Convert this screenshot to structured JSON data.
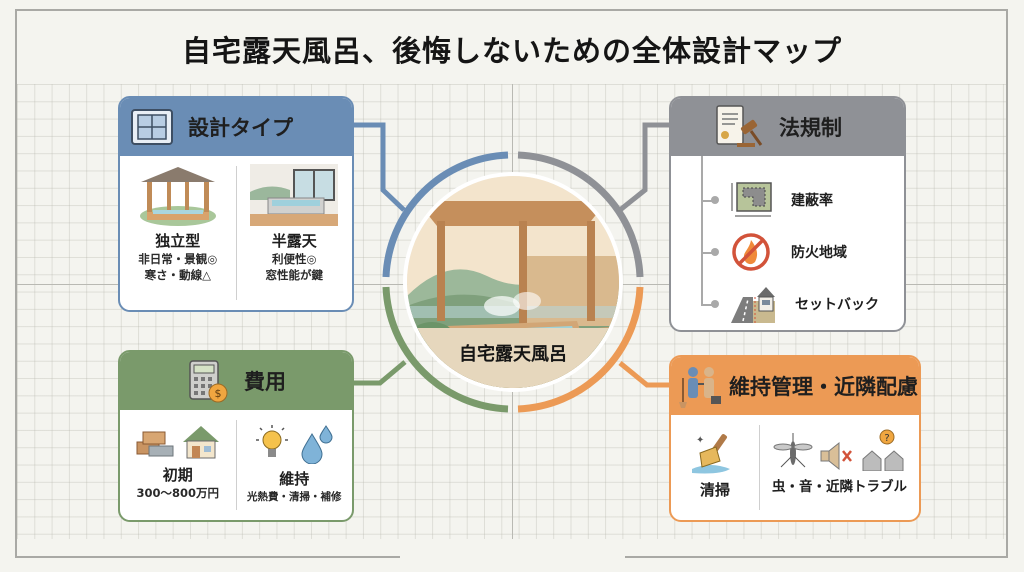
{
  "title": "自宅露天風呂、後悔しないための全体設計マップ",
  "colors": {
    "design": "#6a8db5",
    "law": "#8f9196",
    "cost": "#7a9a6b",
    "maintenance": "#ec9a55",
    "background": "#f4f4ef"
  },
  "center": {
    "label": "自宅露天風呂",
    "image": "outdoor-bath-illustration"
  },
  "design_type": {
    "label": "設計タイプ",
    "icon": "blueprint-icon",
    "options": [
      {
        "name": "独立型",
        "icon": "gazebo-icon",
        "lines": [
          "非日常・景観◎",
          "寒さ・動線△"
        ]
      },
      {
        "name": "半露天",
        "icon": "indoor-bath-icon",
        "lines": [
          "利便性◎",
          "窓性能が鍵"
        ]
      }
    ]
  },
  "regulations": {
    "label": "法規制",
    "icon": "legal-document-gavel-icon",
    "items": [
      {
        "label": "建蔽率",
        "icon": "lot-coverage-icon"
      },
      {
        "label": "防火地域",
        "icon": "no-fire-icon"
      },
      {
        "label": "セットバック",
        "icon": "setback-road-icon"
      }
    ]
  },
  "cost": {
    "label": "費用",
    "icon": "calculator-coin-icon",
    "items": [
      {
        "name": "初期",
        "detail": "300〜800万円",
        "icons": [
          "lumber-icon",
          "house-icon"
        ]
      },
      {
        "name": "維持",
        "detail": "光熱費・清掃・補修",
        "icons": [
          "lightbulb-icon",
          "water-drops-icon"
        ]
      }
    ]
  },
  "maintenance": {
    "label": "維持管理・近隣配慮",
    "icon": "handshake-people-icon",
    "items": [
      {
        "name": "清掃",
        "icon": "brush-icon"
      },
      {
        "name": "虫・音・近隣トラブル",
        "icons": [
          "mosquito-icon",
          "speaker-mute-icon",
          "neighbor-houses-icon"
        ]
      }
    ]
  }
}
